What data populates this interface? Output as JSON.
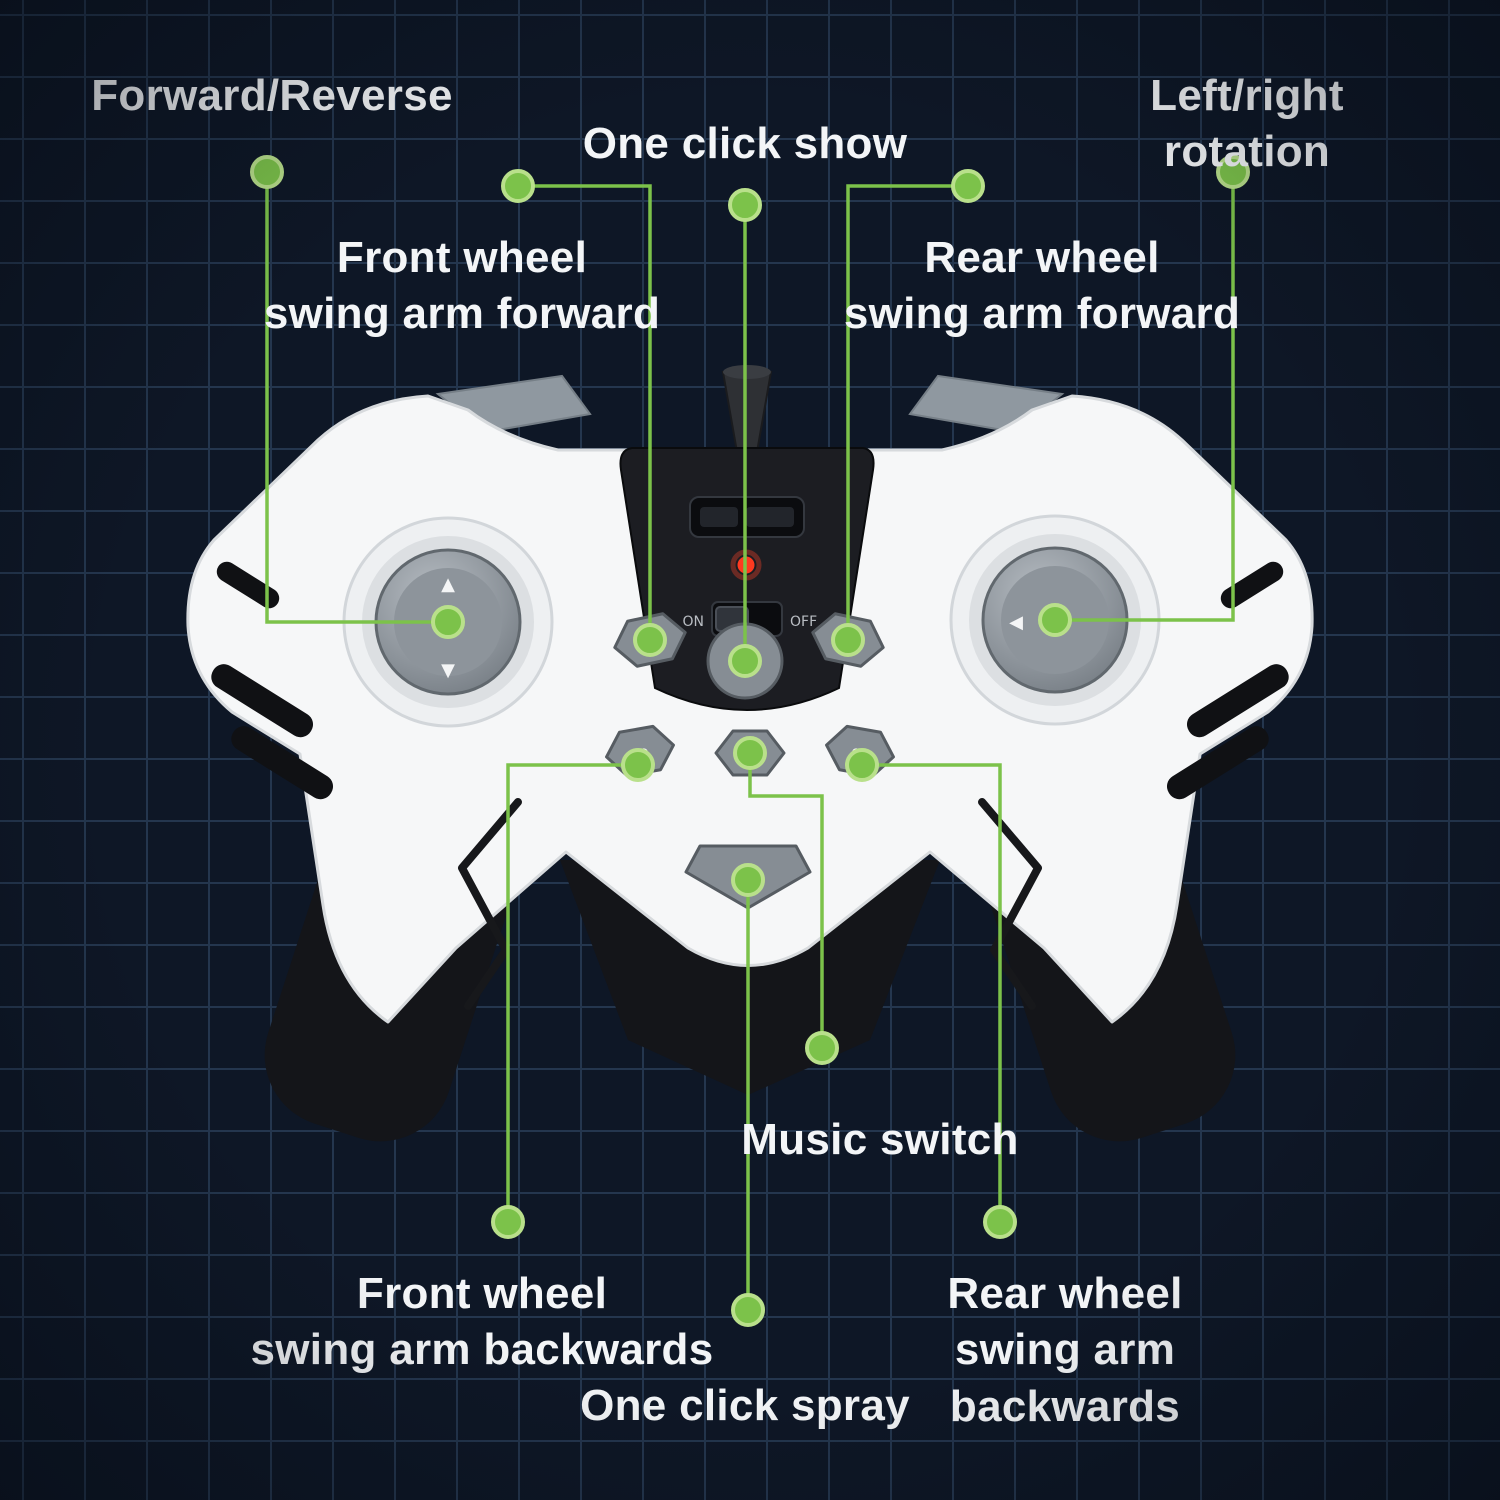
{
  "meta": {
    "description": "RC car remote controller button function diagram"
  },
  "colors": {
    "background": "#0e1726",
    "grid_line": "#24364e",
    "accent_green": "#7cc24a",
    "label_text": "#f3f5f7",
    "body_white": "#f6f7f8",
    "grip_black": "#141519",
    "button_gray": "#868d94",
    "led_red": "#ff3a20"
  },
  "callouts": [
    {
      "id": "forward-reverse",
      "label": "Forward/Reverse"
    },
    {
      "id": "one-click-show",
      "label": "One click show"
    },
    {
      "id": "left-right-rotation",
      "label": "Left/right rotation"
    },
    {
      "id": "front-wheel-swing-arm-forward",
      "label": "Front wheel\nswing arm forward"
    },
    {
      "id": "rear-wheel-swing-arm-forward",
      "label": "Rear wheel\nswing arm forward"
    },
    {
      "id": "music-switch",
      "label": "Music switch"
    },
    {
      "id": "front-wheel-swing-arm-backwards",
      "label": "Front wheel\nswing arm backwards"
    },
    {
      "id": "rear-wheel-swing-arm-backwards",
      "label": "Rear wheel\nswing arm backwards"
    },
    {
      "id": "one-click-spray",
      "label": "One click spray"
    }
  ],
  "controller": {
    "power_switch": {
      "on": "ON",
      "off": "OFF"
    },
    "icons": {
      "show": "↻",
      "music": "♫",
      "spray": "≈",
      "wheel_button": "∞",
      "stick_up": "▲",
      "stick_down": "▼",
      "stick_left": "◀"
    }
  }
}
